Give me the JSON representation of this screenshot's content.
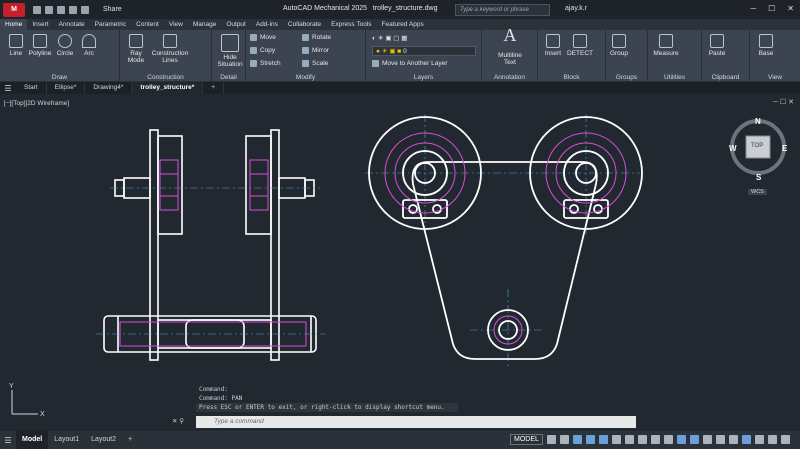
{
  "app": {
    "title": "AutoCAD Mechanical 2025",
    "filename": "trolley_structure.dwg",
    "logo": "M"
  },
  "share_label": "Share",
  "search": {
    "placeholder": "Type a keyword or phrase"
  },
  "user": {
    "name": "ajay.k.r"
  },
  "ribbon_tabs": [
    "Home",
    "Insert",
    "Annotate",
    "Parametric",
    "Content",
    "View",
    "Manage",
    "Output",
    "Add-ins",
    "Collaborate",
    "Express Tools",
    "Featured Apps"
  ],
  "panels": {
    "draw": {
      "title": "Draw",
      "tools": [
        "Line",
        "Polyline",
        "Circle",
        "Arc"
      ]
    },
    "construction": {
      "title": "Construction",
      "ray": "Ray\nMode",
      "lines": "Construction\nLines"
    },
    "detail": {
      "title": "Detail",
      "hide": "Hide\nSituation"
    },
    "modify": {
      "title": "Modify",
      "move": "Move",
      "rotate": "Rotate",
      "copy": "Copy",
      "mirror": "Mirror",
      "stretch": "Stretch",
      "scale": "Scale"
    },
    "layers": {
      "title": "Layers",
      "layer_value": "0",
      "move_layer": "Move to Another Layer"
    },
    "annotation": {
      "title": "Annotation",
      "mtext": "Multiline\nText"
    },
    "block": {
      "title": "Block",
      "insert": "Insert",
      "detect": "DETECT"
    },
    "groups": {
      "title": "Groups",
      "group": "Group"
    },
    "utilities": {
      "title": "Utilities",
      "measure": "Measure"
    },
    "clipboard": {
      "title": "Clipboard",
      "paste": "Paste"
    },
    "view": {
      "title": "View",
      "base": "Base"
    }
  },
  "doc_tabs": [
    "Start",
    "Ellipse*",
    "Drawing4*",
    "trolley_structure*"
  ],
  "viewport": {
    "label": "[−][Top][2D Wireframe]"
  },
  "viewcube": {
    "top": "TOP",
    "n": "N",
    "s": "S",
    "e": "E",
    "w": "W",
    "wcs": "WCS"
  },
  "commands": [
    "Command:",
    "Command: PAN",
    "Press ESC or ENTER to exit, or right-click to display shortcut menu."
  ],
  "cmd_placeholder": "Type a command",
  "layout_tabs": [
    "Model",
    "Layout1",
    "Layout2"
  ],
  "status": {
    "model": "MODEL"
  },
  "colors": {
    "accent": "#3a6ea5",
    "drawing": "#ffffff",
    "magenta": "#d64fd6",
    "center": "#4aa8d8"
  }
}
